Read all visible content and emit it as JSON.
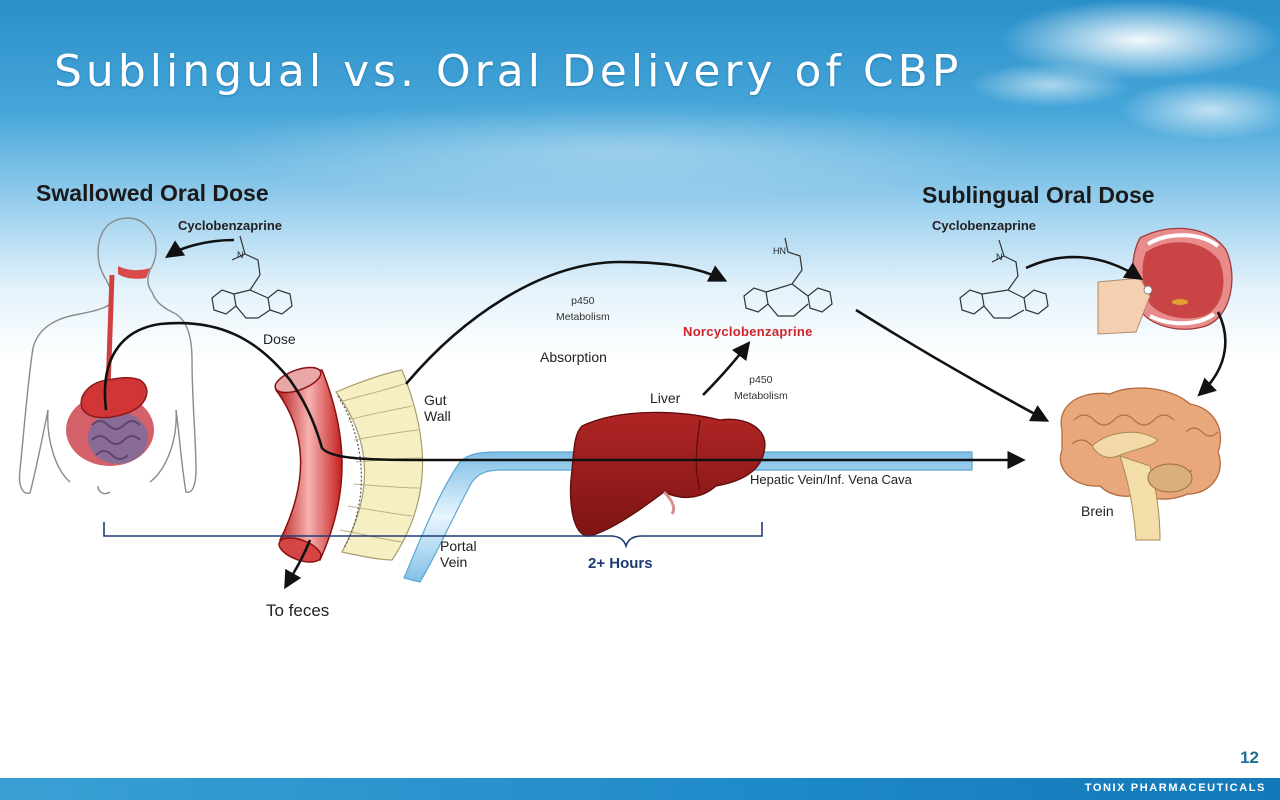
{
  "slide": {
    "title": "Sublingual vs. Oral Delivery of CBP",
    "page_number": "12",
    "company": "TONIX PHARMACEUTICALS"
  },
  "left": {
    "heading": "Swallowed Oral Dose",
    "drug": "Cyclobenzaprine",
    "dose": "Dose",
    "to_feces": "To feces"
  },
  "middle": {
    "gut_wall": "Gut\nWall",
    "portal_vein": "Portal\nVein",
    "absorption": "Absorption",
    "p450_top": "p450\nMetabolism",
    "p450_bottom": "p450\nMetabolism",
    "liver": "Liver",
    "metabolite": "Norcyclobenzaprine",
    "hepatic_vein": "Hepatic Vein/Inf. Vena Cava",
    "duration": "2+ Hours"
  },
  "right": {
    "heading": "Sublingual Oral Dose",
    "drug": "Cyclobenzaprine",
    "brain": "Brein"
  },
  "colors": {
    "title_text": "#ffffff",
    "accent_red": "#d0242b",
    "bracket_blue": "#1d3c73",
    "footer_blue": "#1e8ac8",
    "organ_red": "#9e1b1b"
  },
  "icons": [
    "human-body-icon",
    "stomach-icon",
    "intestine-icon",
    "molecule-icon",
    "gut-tube-icon",
    "liver-icon",
    "mouth-icon",
    "brain-icon"
  ]
}
